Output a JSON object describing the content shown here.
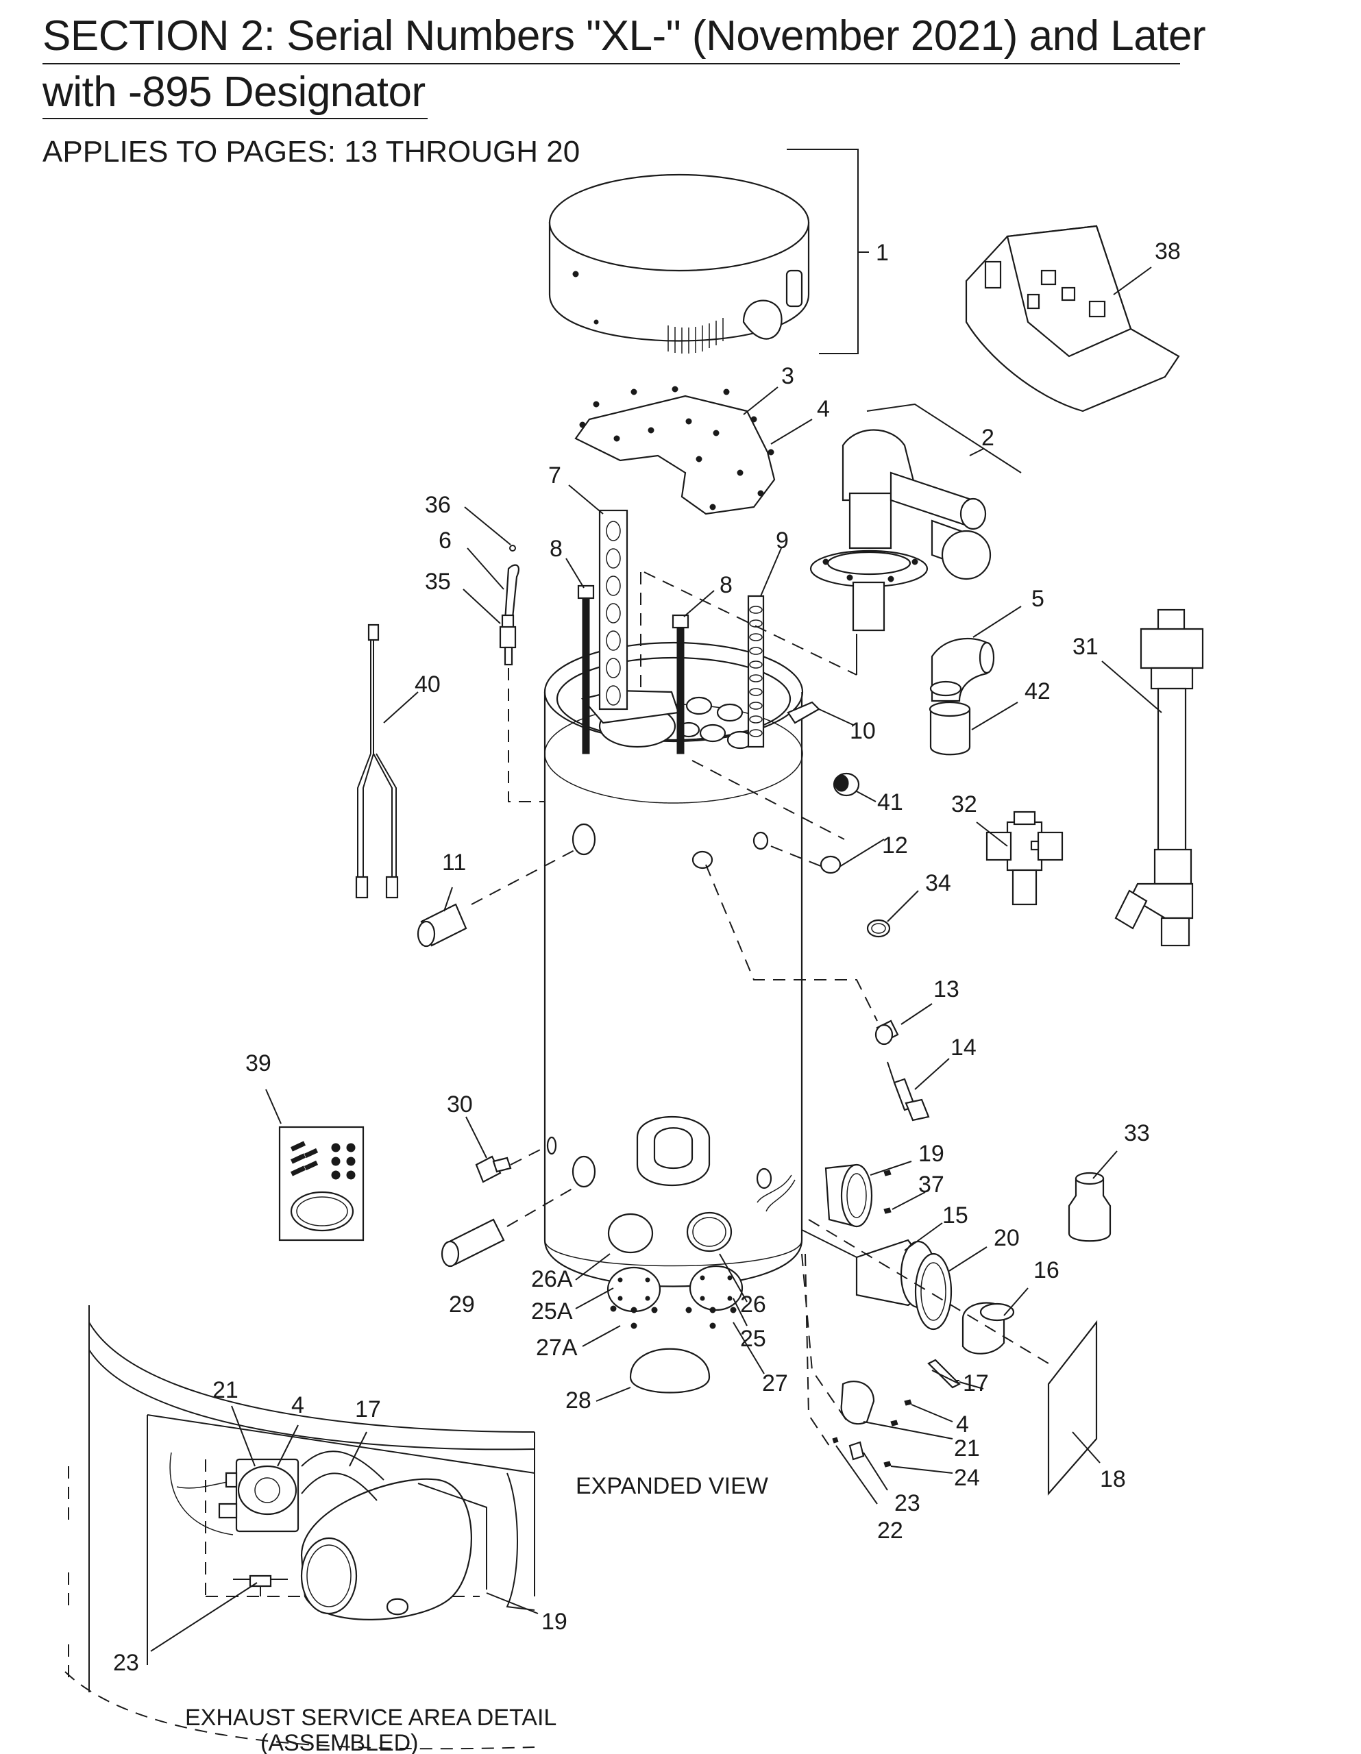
{
  "header": {
    "title_line1": "SECTION 2: Serial Numbers \"XL-\" (November 2021) and Later",
    "title_line2": "with -895 Designator",
    "applies_to": "APPLIES TO PAGES: 13 THROUGH 20"
  },
  "captions": {
    "expanded_view": "EXPANDED VIEW",
    "detail_line1": "EXHAUST SERVICE AREA DETAIL",
    "detail_line2": "(ASSEMBLED)"
  },
  "callouts": [
    "1",
    "38",
    "3",
    "4",
    "2",
    "7",
    "36",
    "6",
    "35",
    "8",
    "8",
    "9",
    "5",
    "31",
    "40",
    "42",
    "10",
    "41",
    "32",
    "11",
    "12",
    "34",
    "13",
    "14",
    "39",
    "30",
    "33",
    "19",
    "37",
    "15",
    "20",
    "16",
    "26A",
    "25A",
    "27A",
    "26",
    "25",
    "29",
    "27",
    "28",
    "17",
    "18",
    "4",
    "21",
    "24",
    "23",
    "22",
    "21",
    "4",
    "17",
    "19",
    "23"
  ],
  "icons": {
    "diagram": "exploded-parts-view-icon",
    "detail": "exhaust-detail-view-icon"
  }
}
